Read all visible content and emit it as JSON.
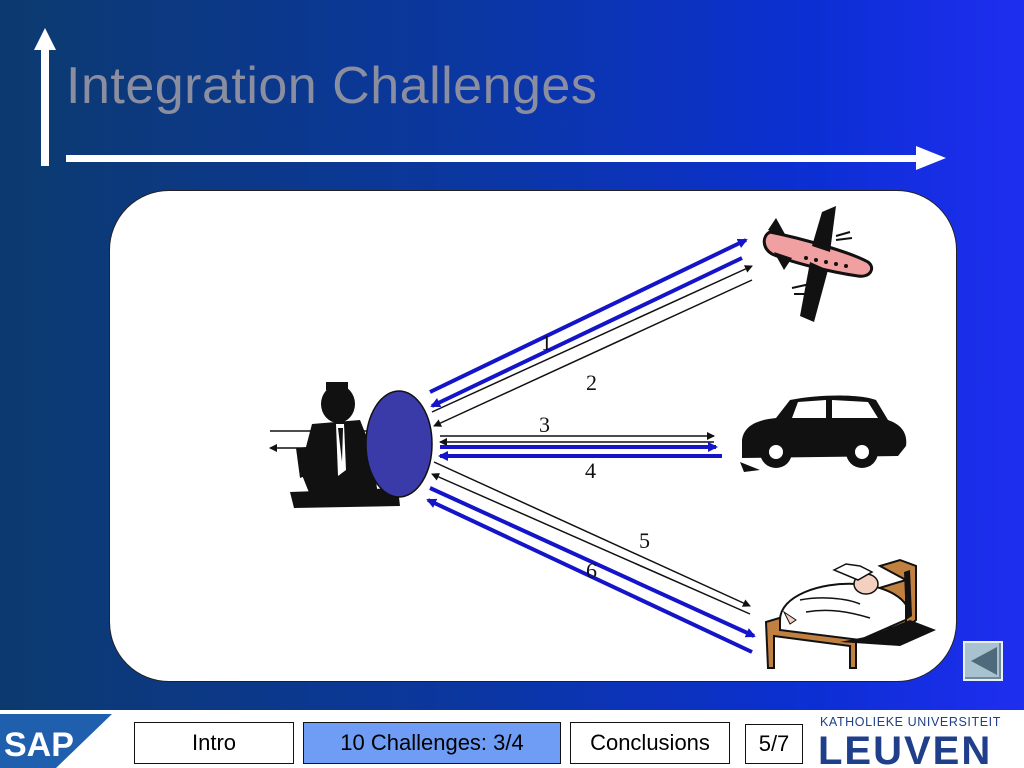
{
  "slide": {
    "title": "Integration Challenges"
  },
  "diagram": {
    "labels": [
      "1",
      "2",
      "3",
      "4",
      "5",
      "6"
    ],
    "icons": {
      "person": "businessman-icon",
      "hub": "broker-ellipse",
      "plane": "airplane-icon",
      "car": "car-icon",
      "bed": "hotel-bed-icon"
    },
    "colors": {
      "blue_arrow": "#1414c8",
      "thin_arrow": "#111111",
      "hub_fill": "#3a3aa8"
    }
  },
  "footer": {
    "brand_left": "SAP",
    "nav": {
      "intro": "Intro",
      "challenges": "10 Challenges: 3/4",
      "conclusions": "Conclusions"
    },
    "page": "5/7",
    "brand_right_top": "KATHOLIEKE UNIVERSITEIT",
    "brand_right_main": "LEUVEN"
  },
  "colors": {
    "title": "#8a8ea0",
    "active_nav": "#6f9cf4",
    "background_left": "#0c3a6e",
    "background_right": "#1f2ef0"
  }
}
